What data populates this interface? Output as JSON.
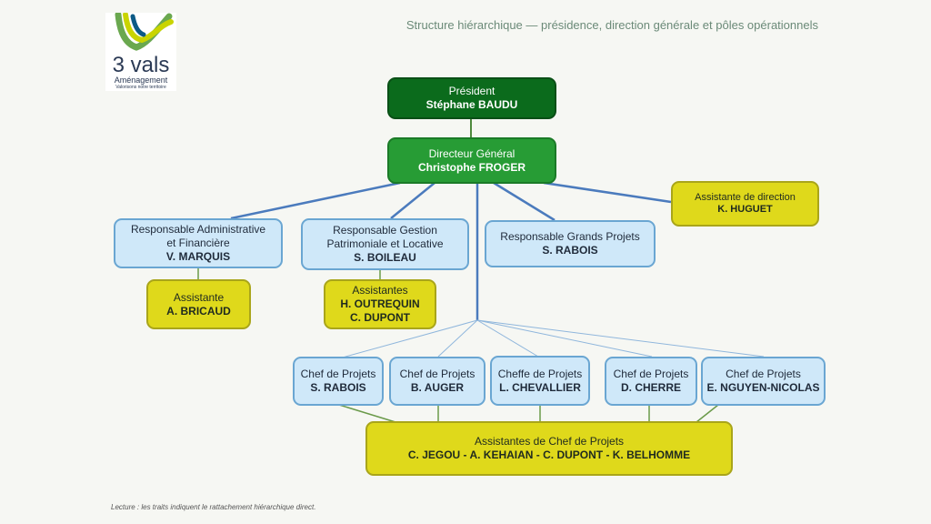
{
  "page": {
    "title": "Structure hiérarchique — présidence, direction générale et pôles opérationnels"
  },
  "logo": {
    "name": "3 vals",
    "subtitle": "Aménagement",
    "tagline": "Valorisons notre territoire"
  },
  "president": {
    "role": "Président",
    "name": "Stéphane BAUDU"
  },
  "dg": {
    "role": "Directeur Général",
    "name": "Christophe FROGER"
  },
  "assistante_direction": {
    "role": "Assistante de direction",
    "name": "K. HUGUET"
  },
  "raf": {
    "role_line1": "Responsable Administrative",
    "role_line2": "et Financière",
    "name": "V. MARQUIS"
  },
  "assistante_raf": {
    "role": "Assistante",
    "name": "A. BRICAUD"
  },
  "rgpl": {
    "role_line1": "Responsable Gestion",
    "role_line2": "Patrimoniale et Locative",
    "name": "S. BOILEAU"
  },
  "assistantes_rgpl": {
    "role": "Assistantes",
    "name1": "H. OUTREQUIN",
    "name2": "C. DUPONT"
  },
  "rgp": {
    "role": "Responsable Grands Projets",
    "name": "S. RABOIS"
  },
  "chefs": [
    {
      "role": "Chef de Projets",
      "name": "S. RABOIS"
    },
    {
      "role": "Chef de Projets",
      "name": "B. AUGER"
    },
    {
      "role": "Cheffe de Projets",
      "name": "L. CHEVALLIER"
    },
    {
      "role": "Chef de Projets",
      "name": "D. CHERRE"
    },
    {
      "role": "Chef de Projets",
      "name": "E. NGUYEN-NICOLAS"
    }
  ],
  "assistantes_chefs": {
    "role": "Assistantes de Chef de Projets",
    "names": "C. JEGOU - A. KEHAIAN - C. DUPONT - K. BELHOMME"
  },
  "footnote": "Lecture : les traits indiquent le rattachement hiérarchique direct.",
  "colors": {
    "president": "#0b6b1c",
    "director": "#279c35",
    "manager": "#cfe8f9",
    "assistant": "#dfd91b",
    "connector_main": "#4b7bbd",
    "connector_light": "#8fb6dc",
    "connector_green": "#6a9a4a"
  }
}
